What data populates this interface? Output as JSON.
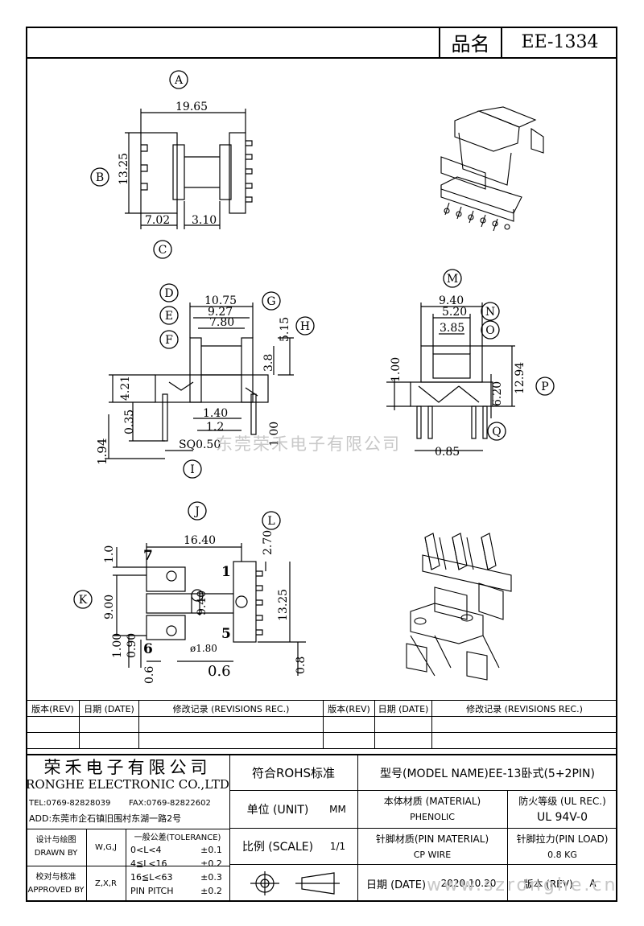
{
  "header": {
    "name_label": "品名",
    "model": "EE-1334"
  },
  "callouts": [
    "A",
    "B",
    "C",
    "D",
    "E",
    "F",
    "G",
    "H",
    "I",
    "J",
    "K",
    "L",
    "M",
    "N",
    "O",
    "P",
    "Q"
  ],
  "dimensions": {
    "view_a": {
      "width": "19.65",
      "height": "13.25",
      "left": "7.02",
      "center": "3.10"
    },
    "view_d": {
      "d1": "10.75",
      "d2": "9.27",
      "d3": "7.80",
      "h1": "5.15",
      "h2": "3.8",
      "h3": "4.21",
      "p1": "1.40",
      "p2": "1.2",
      "pin_len": "0.35",
      "total": "1.94",
      "pin_sq": "SQ0.50",
      "right_pin": "1.00"
    },
    "view_m": {
      "w1": "9.40",
      "w2": "5.20",
      "w3": "3.85",
      "v1": "1.00",
      "v2": "6.20",
      "v3": "12.94",
      "pitch": "0.85"
    },
    "view_j": {
      "top_len": "16.40",
      "v_top": "1.0",
      "h_right": "2.70",
      "v_left": "9.00",
      "inner": "9.40",
      "right_h": "13.25",
      "d1": "1.00",
      "d2": "0.90",
      "hole": "ø1.80",
      "b1": "0.6",
      "b2": "0.6",
      "b3": "0.8"
    },
    "pins": [
      "7",
      "1",
      "5",
      "6"
    ]
  },
  "watermark": "东莞荣禾电子有限公司",
  "watermark2": "www.szronghe.cn",
  "revisions": {
    "col_rev": "版本(REV)",
    "col_date": "日期 (DATE)",
    "col_rec": "修改记录 (REVISIONS REC.)"
  },
  "title_block": {
    "company_cn": "荣禾电子有限公司",
    "company_en": "RONGHE ELECTRONIC CO.,LTD",
    "tel": "TEL:0769-82828039",
    "fax": "FAX:0769-82822602",
    "addr": "ADD:东莞市企石镇旧围村东湖一路2号",
    "design_label": "设计与绘图",
    "drawn_by": "DRAWN BY",
    "drawn_val": "W,G,J",
    "check_label": "校对与核准",
    "approved_by": "APPROVED BY",
    "approved_val": "Z,X,R",
    "tol_title": "一般公差(TOLERANCE)",
    "tol": [
      [
        "0<L<4",
        "±0.1"
      ],
      [
        "4≦L<16",
        "±0.2"
      ],
      [
        "16≦L<63",
        "±0.3"
      ],
      [
        "PIN PITCH",
        "±0.2"
      ]
    ],
    "rohs": "符合ROHS标准",
    "model_label": "型号(MODEL NAME)EE-13卧式(5+2PIN)",
    "unit_label": "单位 (UNIT)",
    "unit_val": "MM",
    "scale_label": "比例 (SCALE)",
    "scale_val": "1/1",
    "material_label": "本体材质 (MATERIAL)",
    "material_val": "PHENOLIC",
    "fire_label": "防火等级 (UL REC.)",
    "fire_val": "UL 94V-0",
    "pin_mat_label": "针脚材质(PIN MATERIAL)",
    "pin_mat_val": "CP WIRE",
    "pin_load_label": "针脚拉力(PIN LOAD)",
    "pin_load_val": "0.8 KG",
    "date_label": "日期 (DATE)",
    "date_val": "2020.10.20",
    "rev_label": "版本 (REV)",
    "rev_val": "A"
  }
}
